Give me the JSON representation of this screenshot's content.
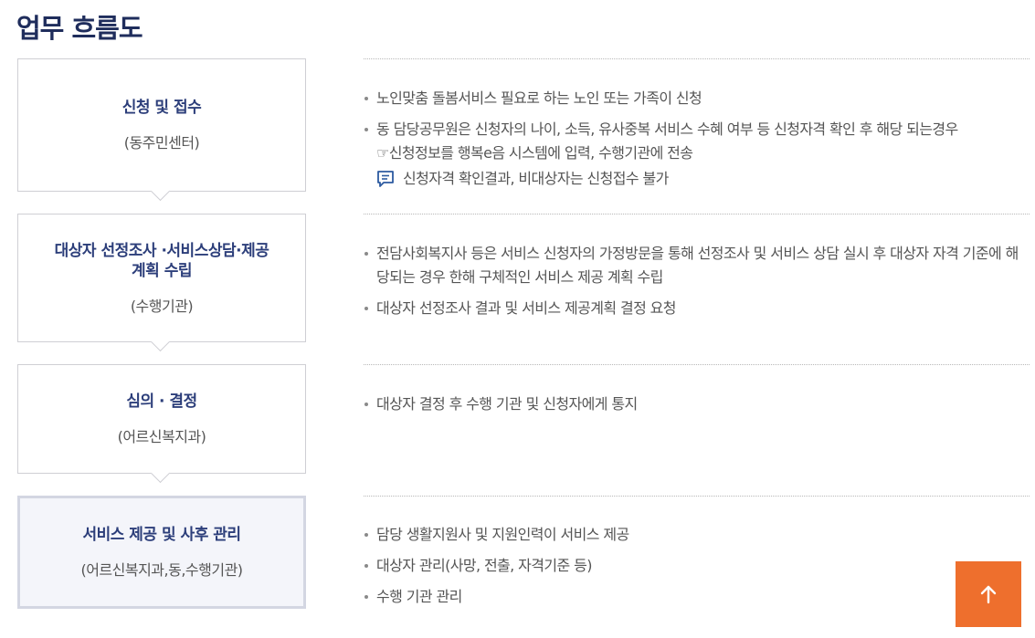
{
  "page_title": "업무 흐름도",
  "steps": [
    {
      "title": "신청 및 접수",
      "sub": "(동주민센터)"
    },
    {
      "title": "대상자 선정조사 ·서비스상담·제공계획 수립",
      "sub": "(수행기관)"
    },
    {
      "title": "심의 · 결정",
      "sub": "(어르신복지과)"
    },
    {
      "title": "서비스 제공 및 사후 관리",
      "sub": "(어르신복지과,동,수행기관)"
    }
  ],
  "details": [
    {
      "items": [
        "노인맞춤 돌봄서비스 필요로 하는 노인 또는 가족이 신청",
        "동 담당공무원은 신청자의 나이, 소득, 유사중복 서비스 수혜 여부 등 신청자격 확인 후 해당 되는경우"
      ],
      "item2_note": "☞신청정보를 행복e음 시스템에 입력, 수행기관에 전송",
      "warning": "신청자격 확인결과, 비대상자는 신청접수 불가"
    },
    {
      "items": [
        "전담사회복지사 등은 서비스 신청자의 가정방문을 통해 선정조사 및 서비스 상담 실시 후 대상자 자격 기준에 해당되는 경우 한해 구체적인 서비스 제공 계획 수립",
        "대상자 선정조사 결과 및 서비스 제공계획 결정 요청"
      ]
    },
    {
      "items": [
        "대상자 결정 후 수행 기관 및 신청자에게 통지"
      ]
    },
    {
      "items": [
        "담당 생활지원사 및 지원인력이 서비스 제공",
        "대상자 관리(사망, 전출, 자격기준 등)",
        "수행 기관 관리"
      ]
    }
  ],
  "icons": {
    "warning": "speech-bubble-icon",
    "top": "arrow-up-icon"
  },
  "colors": {
    "title": "#1f2d5c",
    "step_title": "#2c3e7a",
    "top_button": "#ee6f2d"
  }
}
